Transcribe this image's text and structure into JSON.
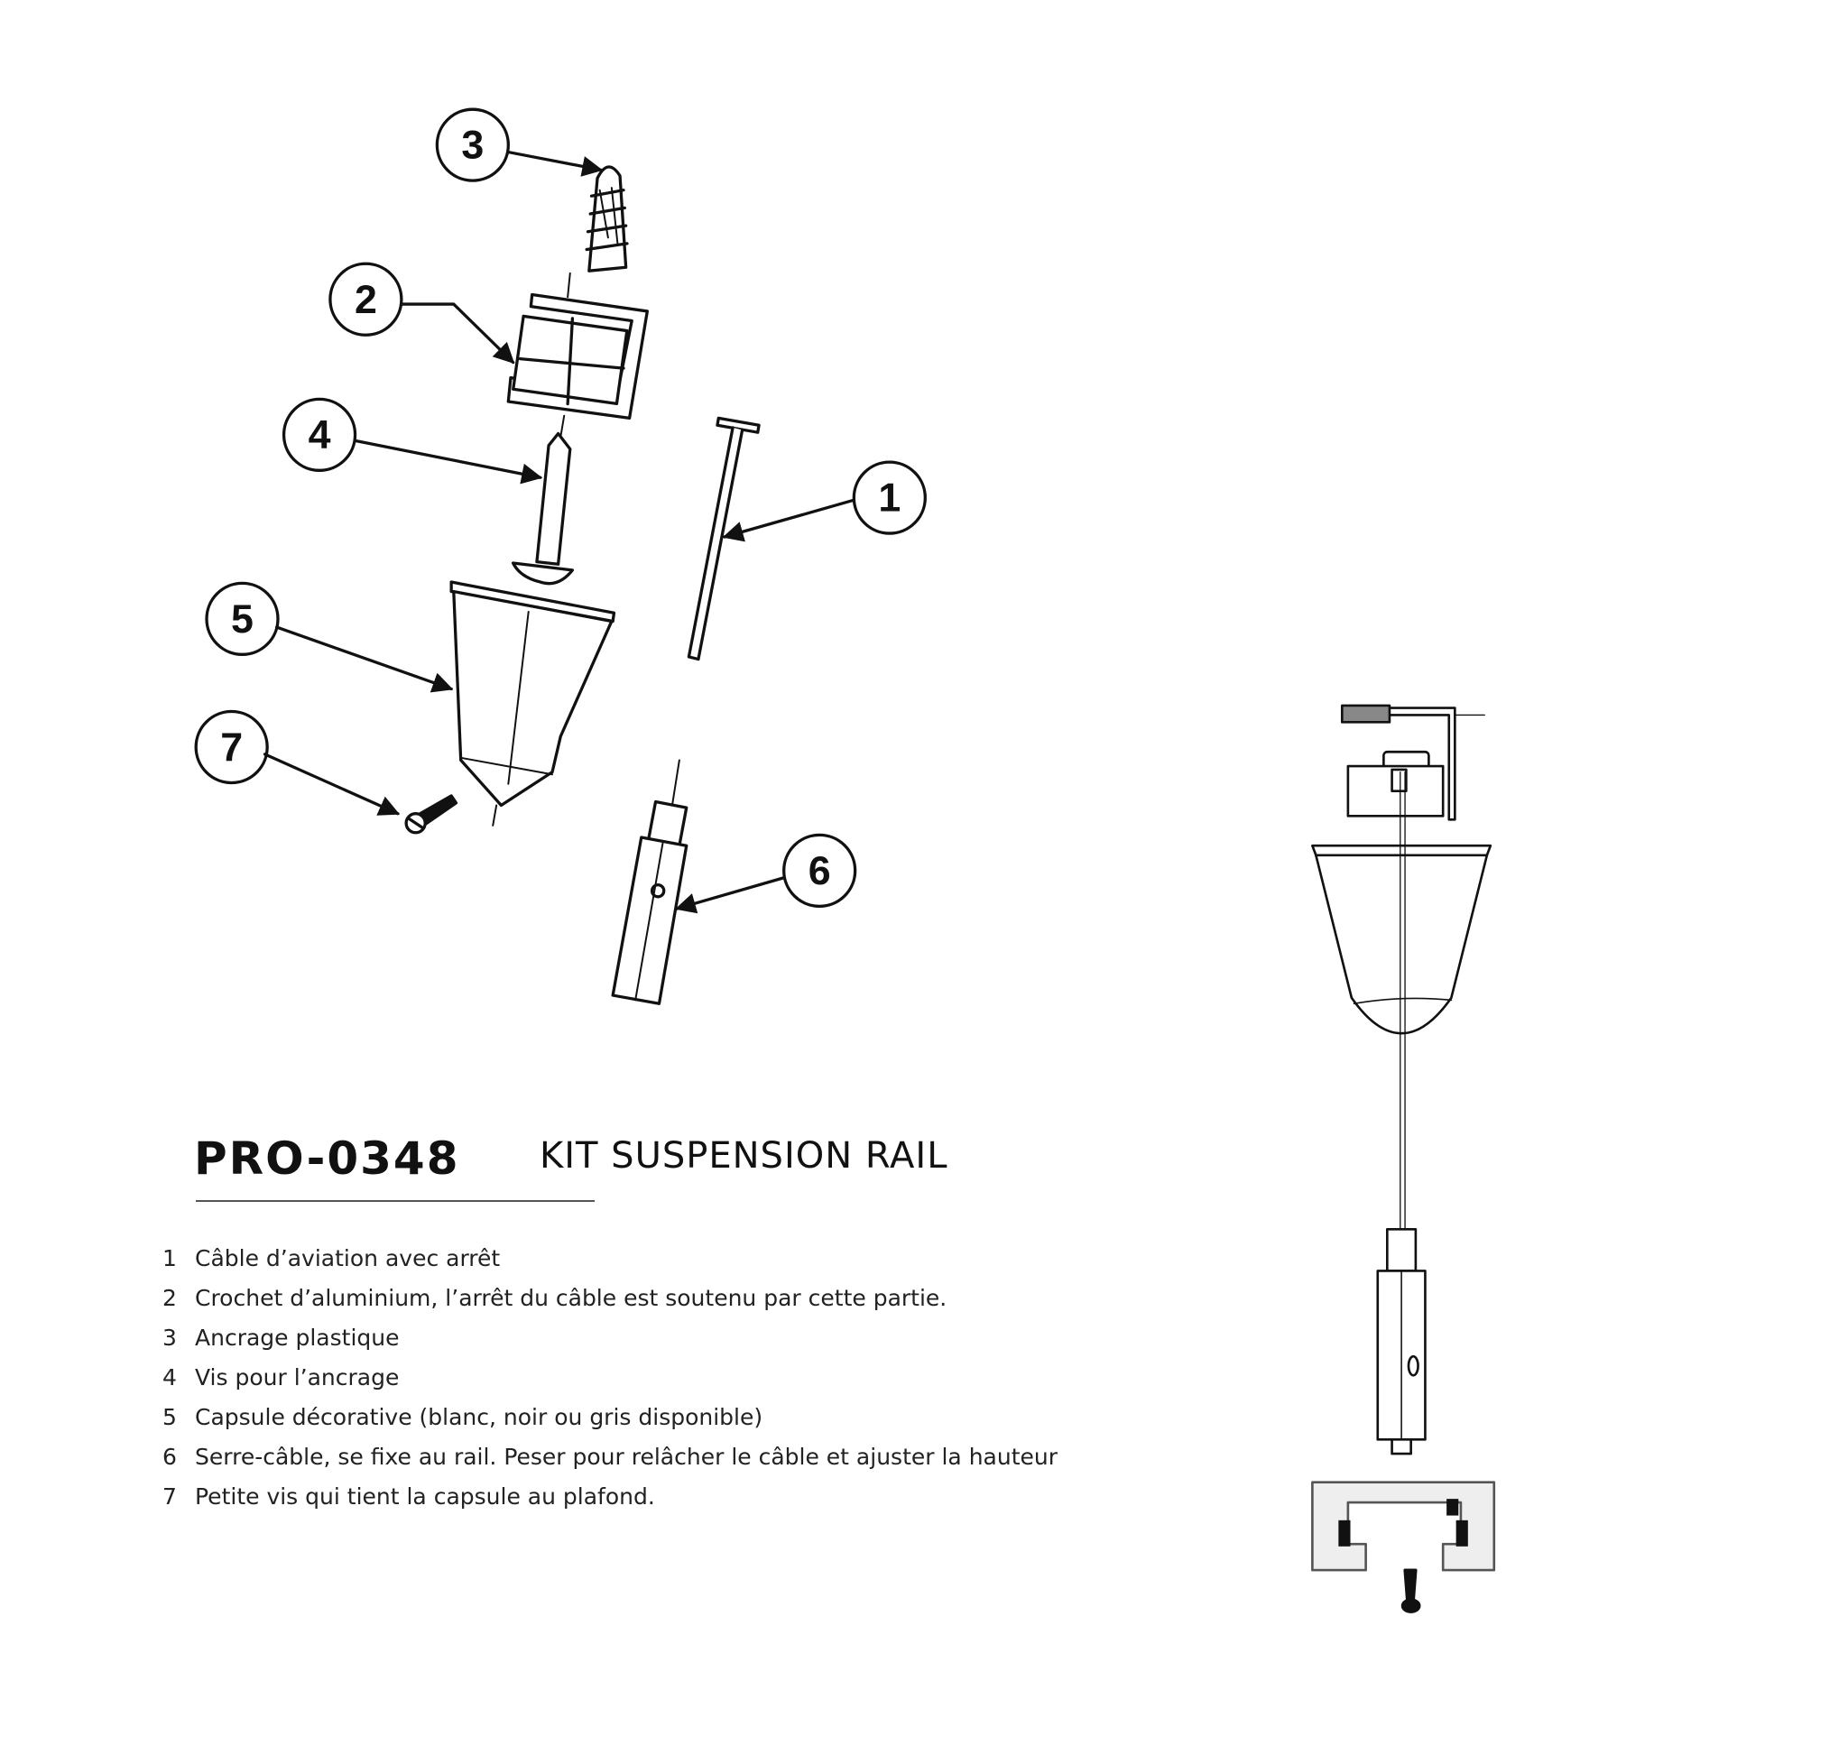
{
  "product": {
    "code": "PRO-0348",
    "title": "KIT SUSPENSION RAIL"
  },
  "callouts": [
    "1",
    "2",
    "3",
    "4",
    "5",
    "6",
    "7"
  ],
  "parts": [
    {
      "number": "1",
      "label": "Câble d’aviation avec arrêt"
    },
    {
      "number": "2",
      "label": "Crochet d’aluminium, l’arrêt du câble est soutenu par cette partie."
    },
    {
      "number": "3",
      "label": "Ancrage plastique"
    },
    {
      "number": "4",
      "label": "Vis pour l’ancrage"
    },
    {
      "number": "5",
      "label": "Capsule décorative (blanc, noir ou gris disponible)"
    },
    {
      "number": "6",
      "label": "Serre-câble, se fixe au rail. Peser pour relâcher le câble et ajuster la hauteur"
    },
    {
      "number": "7",
      "label": "Petite vis qui tient la capsule au plafond."
    }
  ]
}
